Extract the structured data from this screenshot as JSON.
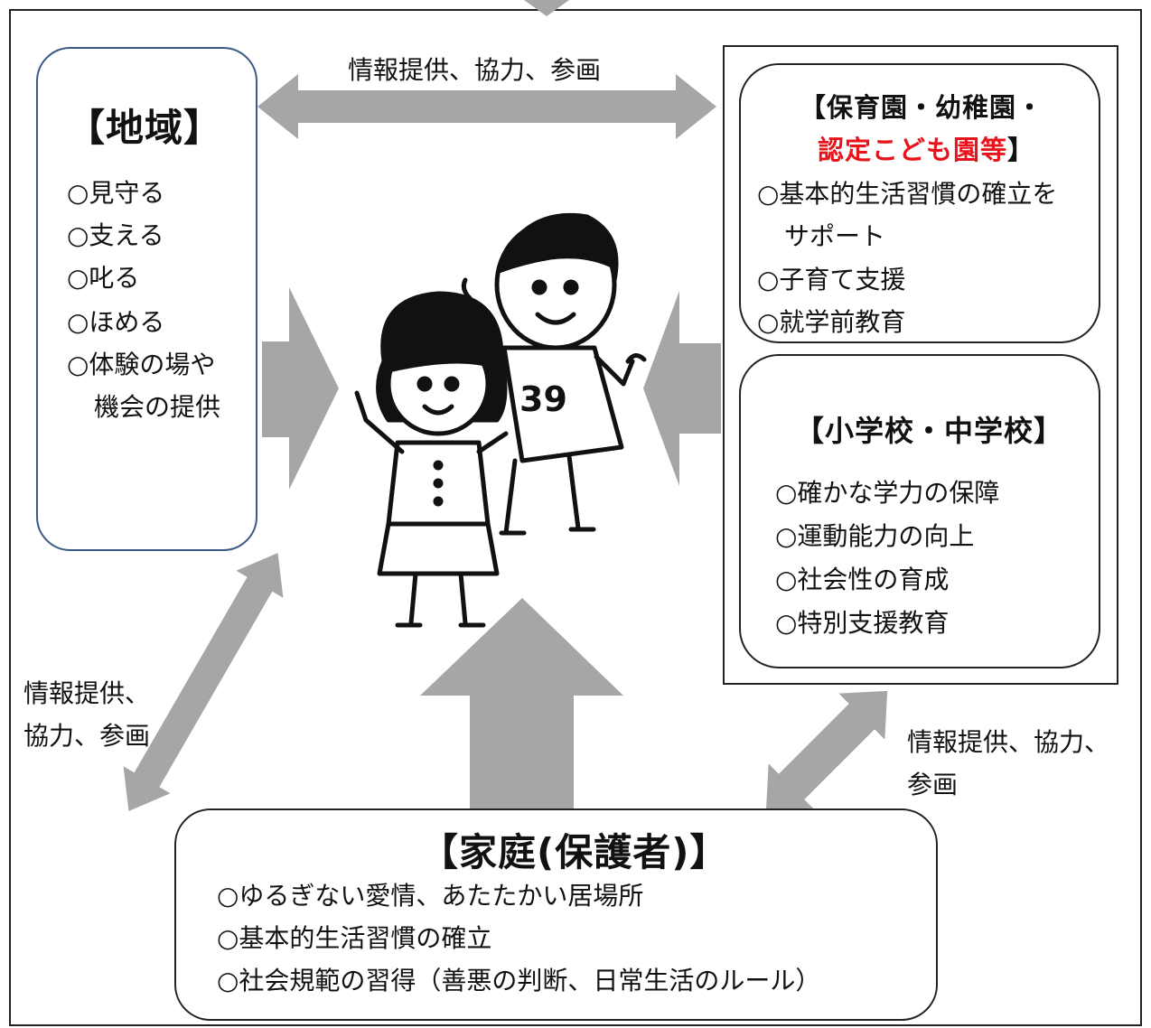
{
  "region": {
    "title": "【地域】",
    "items": [
      "○見守る",
      "○支える",
      "○叱る",
      "○ほめる",
      "○体験の場や",
      "機会の提供"
    ]
  },
  "nursery": {
    "title_line1": "【保育園・幼稚園・",
    "title_line2_red": "認定こども園等",
    "title_line2_end": "】",
    "items": [
      "○基本的生活習慣の確立を",
      "サポート",
      "○子育て支援",
      "○就学前教育"
    ]
  },
  "school": {
    "title": "【小学校・中学校】",
    "items": [
      "○確かな学力の保障",
      "○運動能力の向上",
      "○社会性の育成",
      "○特別支援教育"
    ]
  },
  "home": {
    "title": "【家庭(保護者)】",
    "items": [
      "○ゆるぎない愛情、あたたかい居場所",
      "○基本的生活習慣の確立",
      "○社会規範の習得（善悪の判断、日常生活のルール）"
    ]
  },
  "labels": {
    "top": "情報提供、協力、参画",
    "left_line1": "情報提供、",
    "left_line2": "協力、参画",
    "right_line1": "情報提供、協力、",
    "right_line2": "参画"
  },
  "colors": {
    "arrow": "#a6a6a6",
    "accent_red": "#e8141b",
    "region_border": "#3a5a86"
  }
}
